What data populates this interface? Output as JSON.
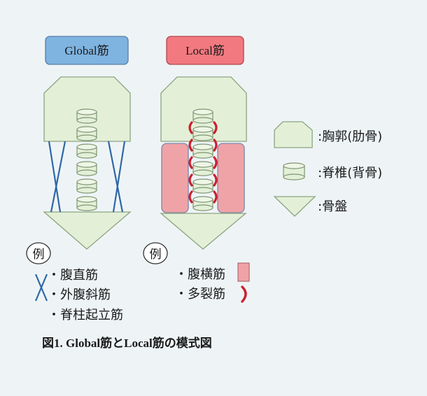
{
  "header": {
    "global_label": "Global筋",
    "local_label": "Local筋"
  },
  "legend": {
    "thorax": ":胸郭(肋骨)",
    "vertebra": ":脊椎(背骨)",
    "pelvis": ":骨盤"
  },
  "global_example": {
    "badge": "例",
    "items": [
      "・腹直筋",
      "・外腹斜筋",
      "・脊柱起立筋"
    ]
  },
  "local_example": {
    "badge": "例",
    "items": [
      "・腹横筋",
      "・多裂筋"
    ]
  },
  "caption": "図1. Global筋とLocal筋の模式図",
  "colors": {
    "background": "#eef4f6",
    "bone_fill": "#e3f0d7",
    "bone_stroke": "#8da37f",
    "global_header": "#7fb3e0",
    "local_header": "#f2797f",
    "global_muscle": "#2f67a8",
    "transversus": "#f0a3a7",
    "multifidus": "#cc1f2e"
  }
}
